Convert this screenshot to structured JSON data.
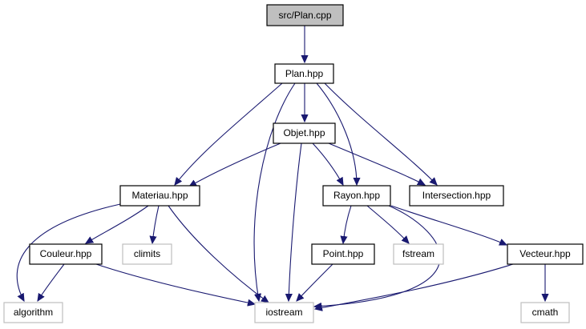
{
  "colors": {
    "edge": "#191970",
    "root_fill": "#bfbfbf",
    "project_border": "#000000",
    "external_border": "#bfbfbf",
    "external_text": "#000000",
    "background": "#ffffff"
  },
  "nodes": {
    "plan_cpp": {
      "label": "src/Plan.cpp",
      "kind": "root"
    },
    "plan_hpp": {
      "label": "Plan.hpp",
      "kind": "project"
    },
    "objet_hpp": {
      "label": "Objet.hpp",
      "kind": "project"
    },
    "materiau_hpp": {
      "label": "Materiau.hpp",
      "kind": "project"
    },
    "rayon_hpp": {
      "label": "Rayon.hpp",
      "kind": "project"
    },
    "intersection_hpp": {
      "label": "Intersection.hpp",
      "kind": "project"
    },
    "couleur_hpp": {
      "label": "Couleur.hpp",
      "kind": "project"
    },
    "climits": {
      "label": "climits",
      "kind": "external"
    },
    "point_hpp": {
      "label": "Point.hpp",
      "kind": "project"
    },
    "fstream": {
      "label": "fstream",
      "kind": "external"
    },
    "vecteur_hpp": {
      "label": "Vecteur.hpp",
      "kind": "project"
    },
    "algorithm": {
      "label": "algorithm",
      "kind": "external"
    },
    "iostream": {
      "label": "iostream",
      "kind": "external"
    },
    "cmath": {
      "label": "cmath",
      "kind": "external"
    }
  },
  "edges": [
    [
      "plan_cpp",
      "plan_hpp"
    ],
    [
      "plan_hpp",
      "objet_hpp"
    ],
    [
      "plan_hpp",
      "materiau_hpp"
    ],
    [
      "plan_hpp",
      "iostream"
    ],
    [
      "plan_hpp",
      "rayon_hpp"
    ],
    [
      "plan_hpp",
      "intersection_hpp"
    ],
    [
      "objet_hpp",
      "materiau_hpp"
    ],
    [
      "objet_hpp",
      "iostream"
    ],
    [
      "objet_hpp",
      "rayon_hpp"
    ],
    [
      "objet_hpp",
      "intersection_hpp"
    ],
    [
      "materiau_hpp",
      "couleur_hpp"
    ],
    [
      "materiau_hpp",
      "climits"
    ],
    [
      "materiau_hpp",
      "algorithm"
    ],
    [
      "materiau_hpp",
      "iostream"
    ],
    [
      "rayon_hpp",
      "point_hpp"
    ],
    [
      "rayon_hpp",
      "fstream"
    ],
    [
      "rayon_hpp",
      "vecteur_hpp"
    ],
    [
      "rayon_hpp",
      "iostream"
    ],
    [
      "couleur_hpp",
      "algorithm"
    ],
    [
      "couleur_hpp",
      "iostream"
    ],
    [
      "point_hpp",
      "iostream"
    ],
    [
      "vecteur_hpp",
      "iostream"
    ],
    [
      "vecteur_hpp",
      "cmath"
    ]
  ]
}
